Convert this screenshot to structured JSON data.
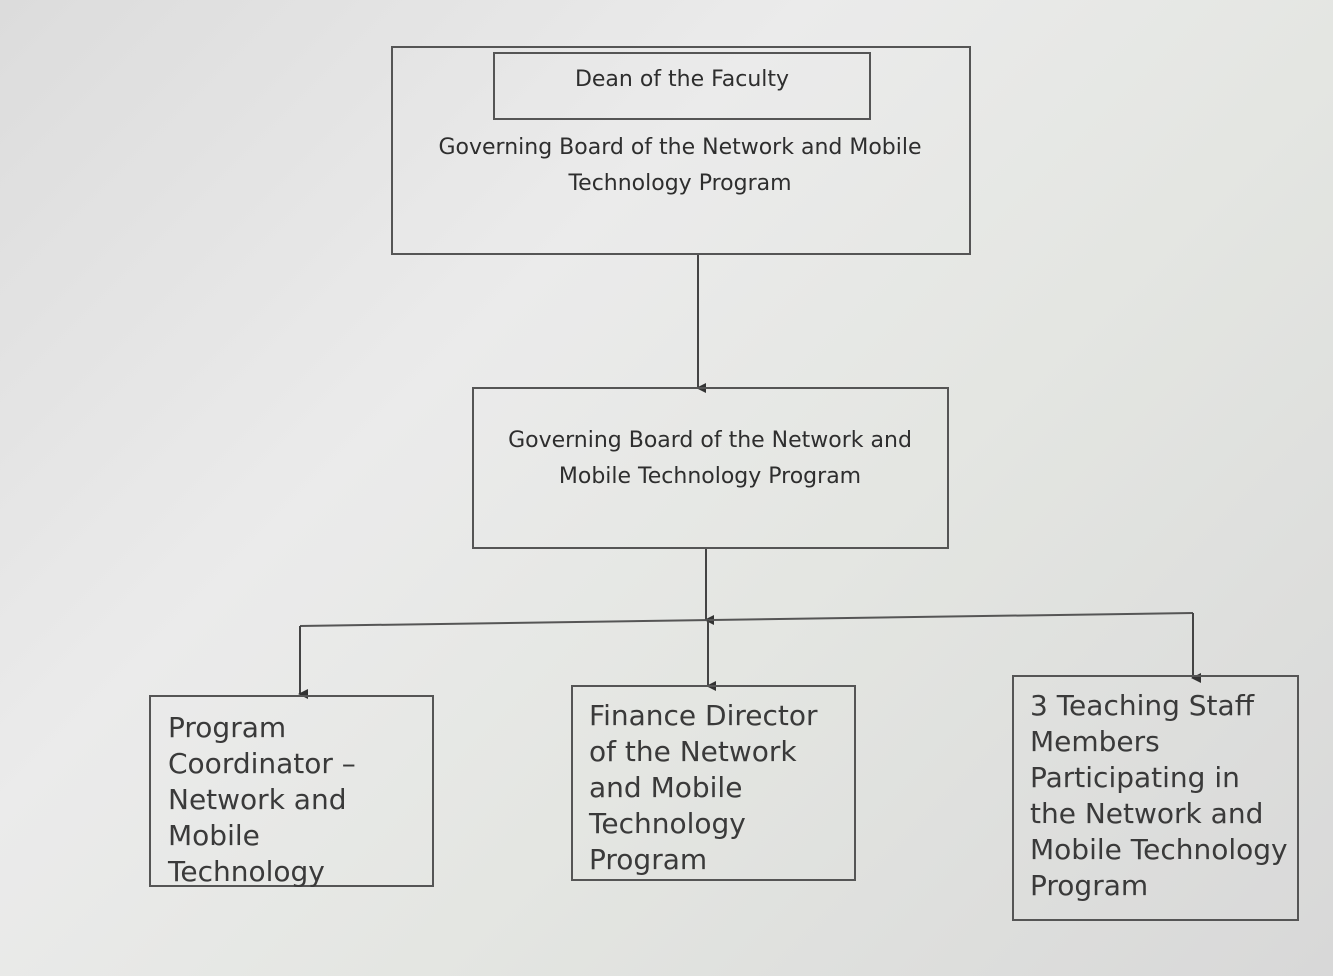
{
  "chart": {
    "top_box": {
      "inner_title": "Dean of the Faculty",
      "label": "Governing Board of the Network and Mobile Technology Program"
    },
    "middle_box": {
      "label": "Governing Board of the Network and Mobile Technology Program"
    },
    "children": [
      {
        "label": "Program Coordinator – Network and Mobile Technology"
      },
      {
        "label": "Finance Director of the Network and Mobile Technology Program"
      },
      {
        "label": "3 Teaching Staff Members Participating in the Network and Mobile Technology Program"
      }
    ]
  }
}
